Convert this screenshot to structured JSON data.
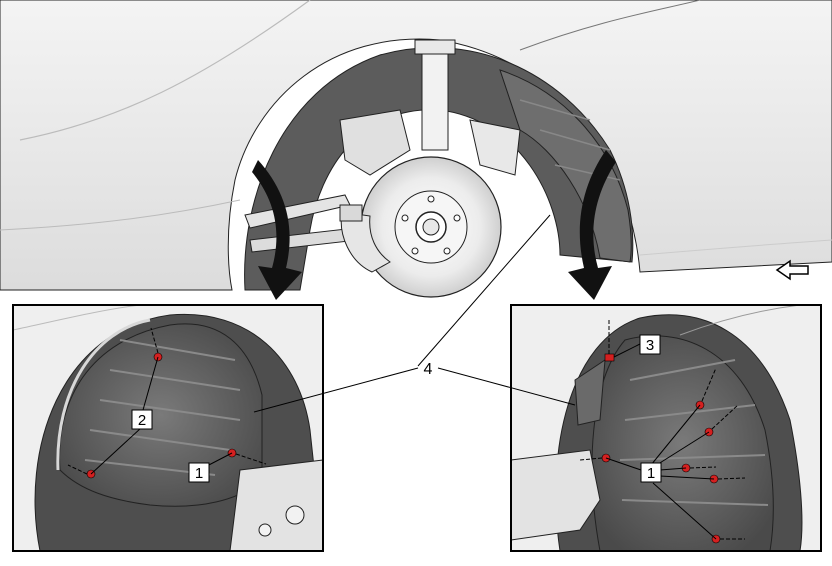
{
  "callouts": {
    "label_1": "1",
    "label_2": "2",
    "label_3": "3",
    "label_4": "4"
  },
  "icons": {
    "direction": "arrow-left-outline-icon",
    "detail_arrows": "curved-arrow-down-icon",
    "fasteners": "clip-marker-icon"
  },
  "colors": {
    "fastener": "#d42020",
    "panel_fill": "#6a6a6a",
    "body_fill": "#e6e6e6",
    "outline": "#000000"
  }
}
